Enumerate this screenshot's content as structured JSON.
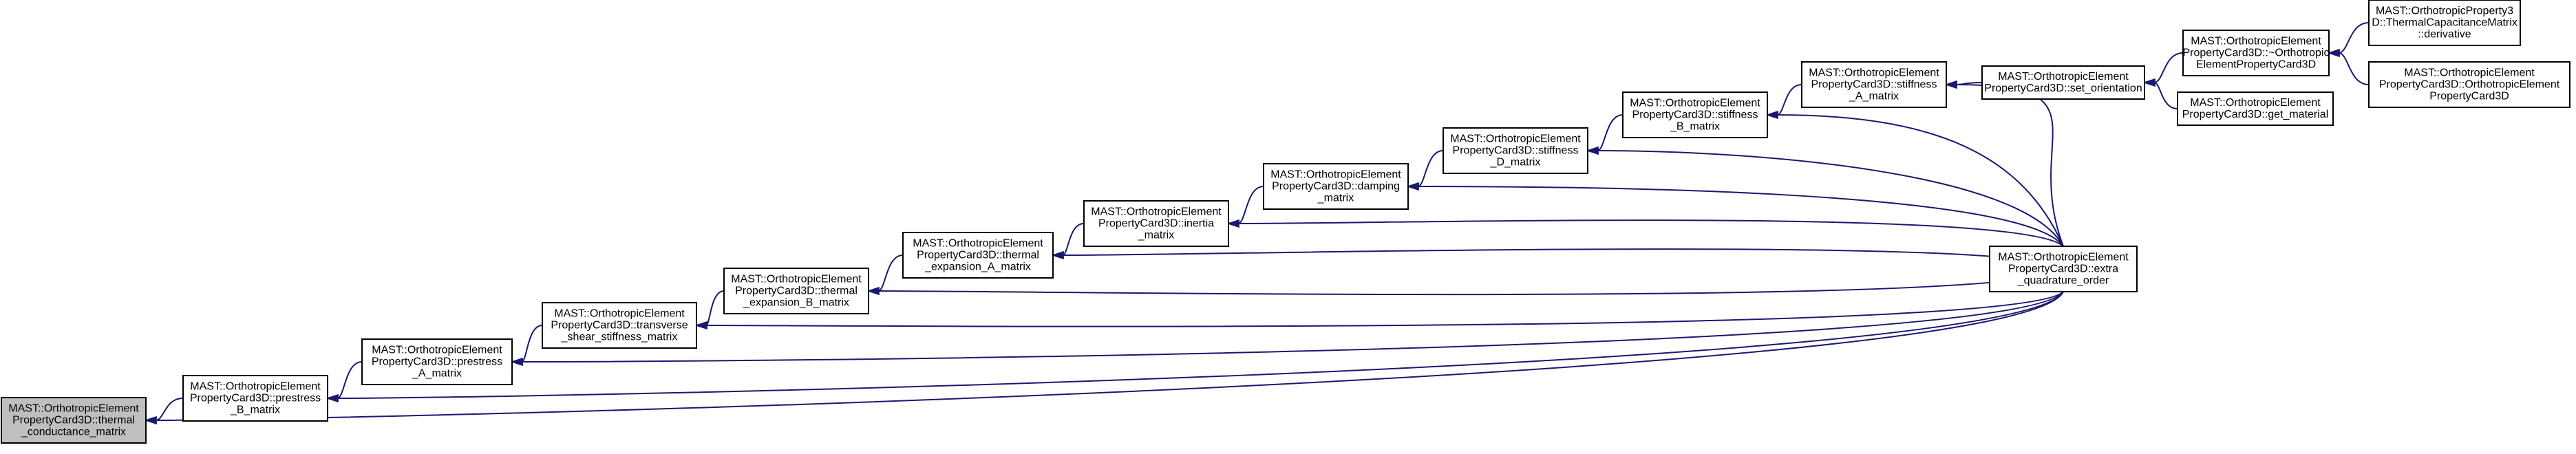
{
  "nodes": [
    {
      "id": "thermal_conductance_matrix",
      "lines": [
        "MAST::OrthotropicElement",
        "PropertyCard3D::thermal",
        "_conductance_matrix"
      ],
      "highlighted": true
    },
    {
      "id": "prestress_B_matrix",
      "lines": [
        "MAST::OrthotropicElement",
        "PropertyCard3D::prestress",
        "_B_matrix"
      ]
    },
    {
      "id": "prestress_A_matrix",
      "lines": [
        "MAST::OrthotropicElement",
        "PropertyCard3D::prestress",
        "_A_matrix"
      ]
    },
    {
      "id": "transverse_shear_stiffness_matrix",
      "lines": [
        "MAST::OrthotropicElement",
        "PropertyCard3D::transverse",
        "_shear_stiffness_matrix"
      ]
    },
    {
      "id": "thermal_expansion_B_matrix",
      "lines": [
        "MAST::OrthotropicElement",
        "PropertyCard3D::thermal",
        "_expansion_B_matrix"
      ]
    },
    {
      "id": "thermal_expansion_A_matrix",
      "lines": [
        "MAST::OrthotropicElement",
        "PropertyCard3D::thermal",
        "_expansion_A_matrix"
      ]
    },
    {
      "id": "inertia_matrix",
      "lines": [
        "MAST::OrthotropicElement",
        "PropertyCard3D::inertia",
        "_matrix"
      ]
    },
    {
      "id": "damping_matrix",
      "lines": [
        "MAST::OrthotropicElement",
        "PropertyCard3D::damping",
        "_matrix"
      ]
    },
    {
      "id": "stiffness_D_matrix",
      "lines": [
        "MAST::OrthotropicElement",
        "PropertyCard3D::stiffness",
        "_D_matrix"
      ]
    },
    {
      "id": "stiffness_B_matrix",
      "lines": [
        "MAST::OrthotropicElement",
        "PropertyCard3D::stiffness",
        "_B_matrix"
      ]
    },
    {
      "id": "stiffness_A_matrix",
      "lines": [
        "MAST::OrthotropicElement",
        "PropertyCard3D::stiffness",
        "_A_matrix"
      ]
    },
    {
      "id": "set_orientation",
      "lines": [
        "MAST::OrthotropicElement",
        "PropertyCard3D::set_orientation"
      ]
    },
    {
      "id": "extra_quadrature_order",
      "lines": [
        "MAST::OrthotropicElement",
        "PropertyCard3D::extra",
        "_quadrature_order"
      ]
    },
    {
      "id": "destructor",
      "lines": [
        "MAST::OrthotropicElement",
        "PropertyCard3D::~Orthotropic",
        "ElementPropertyCard3D"
      ]
    },
    {
      "id": "get_material",
      "lines": [
        "MAST::OrthotropicElement",
        "PropertyCard3D::get_material"
      ]
    },
    {
      "id": "capacitance_derivative",
      "lines": [
        "MAST::OrthotropicProperty3",
        "D::ThermalCapacitanceMatrix",
        "::derivative"
      ]
    },
    {
      "id": "constructor",
      "lines": [
        "MAST::OrthotropicElement",
        "PropertyCard3D::OrthotropicElement",
        "PropertyCard3D"
      ]
    }
  ],
  "edges": [
    {
      "from": "prestress_B_matrix",
      "to": "thermal_conductance_matrix"
    },
    {
      "from": "extra_quadrature_order",
      "to": "thermal_conductance_matrix"
    },
    {
      "from": "prestress_A_matrix",
      "to": "prestress_B_matrix"
    },
    {
      "from": "extra_quadrature_order",
      "to": "prestress_B_matrix"
    },
    {
      "from": "transverse_shear_stiffness_matrix",
      "to": "prestress_A_matrix"
    },
    {
      "from": "extra_quadrature_order",
      "to": "prestress_A_matrix"
    },
    {
      "from": "thermal_expansion_B_matrix",
      "to": "transverse_shear_stiffness_matrix"
    },
    {
      "from": "extra_quadrature_order",
      "to": "transverse_shear_stiffness_matrix"
    },
    {
      "from": "thermal_expansion_A_matrix",
      "to": "thermal_expansion_B_matrix"
    },
    {
      "from": "extra_quadrature_order",
      "to": "thermal_expansion_B_matrix"
    },
    {
      "from": "inertia_matrix",
      "to": "thermal_expansion_A_matrix"
    },
    {
      "from": "extra_quadrature_order",
      "to": "thermal_expansion_A_matrix"
    },
    {
      "from": "damping_matrix",
      "to": "inertia_matrix"
    },
    {
      "from": "extra_quadrature_order",
      "to": "inertia_matrix"
    },
    {
      "from": "stiffness_D_matrix",
      "to": "damping_matrix"
    },
    {
      "from": "extra_quadrature_order",
      "to": "damping_matrix"
    },
    {
      "from": "stiffness_B_matrix",
      "to": "stiffness_D_matrix"
    },
    {
      "from": "extra_quadrature_order",
      "to": "stiffness_D_matrix"
    },
    {
      "from": "stiffness_A_matrix",
      "to": "stiffness_B_matrix"
    },
    {
      "from": "extra_quadrature_order",
      "to": "stiffness_B_matrix"
    },
    {
      "from": "set_orientation",
      "to": "stiffness_A_matrix"
    },
    {
      "from": "extra_quadrature_order",
      "to": "stiffness_A_matrix"
    },
    {
      "from": "destructor",
      "to": "set_orientation"
    },
    {
      "from": "get_material",
      "to": "set_orientation"
    },
    {
      "from": "capacitance_derivative",
      "to": "destructor"
    },
    {
      "from": "constructor",
      "to": "destructor"
    }
  ],
  "colors": {
    "edge": "#191970",
    "node_border": "#000000",
    "node_fill": "#ffffff",
    "highlight_fill": "#bfbfbf"
  }
}
